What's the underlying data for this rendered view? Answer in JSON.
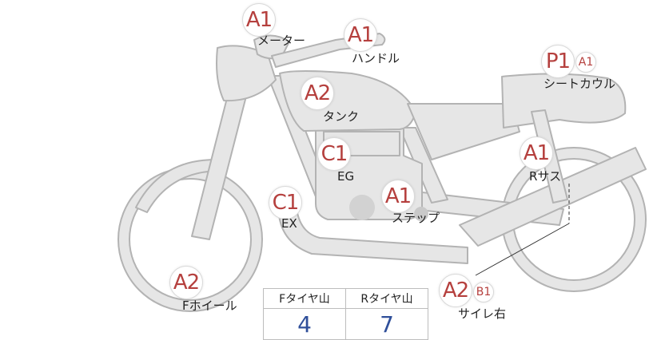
{
  "parts": {
    "meter": {
      "label": "メーター",
      "grade": "A1"
    },
    "handle": {
      "label": "ハンドル",
      "grade": "A1"
    },
    "seatcowl": {
      "label": "シートカウル",
      "grade": "P1",
      "sub_grade": "A1"
    },
    "tank": {
      "label": "タンク",
      "grade": "A2"
    },
    "engine": {
      "label": "EG",
      "grade": "C1"
    },
    "r_suspension": {
      "label": "Rサス",
      "grade": "A1"
    },
    "exhaust": {
      "label": "EX",
      "grade": "C1"
    },
    "step": {
      "label": "ステップ",
      "grade": "A1"
    },
    "f_wheel": {
      "label": "Fホイール",
      "grade": "A2"
    },
    "silencer_r": {
      "label": "サイレ右",
      "grade": "A2",
      "sub_grade": "B1"
    }
  },
  "tire_table": {
    "headers": [
      "Fタイヤ山",
      "Rタイヤ山"
    ],
    "values": [
      "4",
      "7"
    ]
  },
  "colors": {
    "grade_text": "#b5403e",
    "table_value": "#2f4f9a",
    "bike_fill": "#e6e6e6",
    "bike_stroke": "#b3b3b3"
  }
}
